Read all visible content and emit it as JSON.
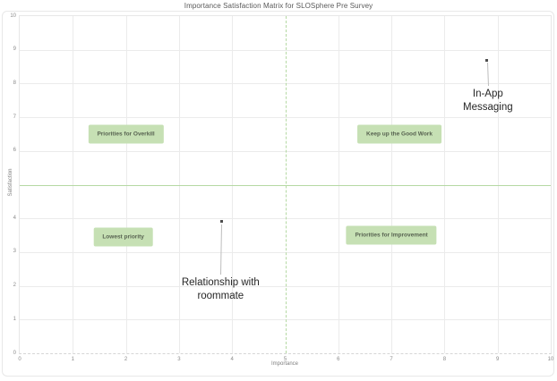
{
  "title": "Importance Satisfaction Matrix for SLOSphere Pre Survey",
  "colors": {
    "quadrant_fill": "#c6e0b4",
    "quadrant_text": "#586351",
    "crosshair_green": "#b5d9a3",
    "gridline": "#ebebeb",
    "axis_text": "#8a8a8a",
    "title_text": "#595959",
    "point": "#4d4d4d",
    "annotation_text": "#262626",
    "leader_line": "#bdbdbd"
  },
  "chart_data": {
    "type": "scatter",
    "title": "Importance Satisfaction Matrix for SLOSphere Pre Survey",
    "xlabel": "Importance",
    "ylabel": "Satisfaction",
    "xlim": [
      0,
      10
    ],
    "ylim": [
      0,
      10
    ],
    "grid": true,
    "legend": false,
    "x_ticks": [
      0,
      1,
      2,
      3,
      4,
      5,
      6,
      7,
      8,
      9,
      10
    ],
    "y_ticks": [
      10,
      9,
      8,
      7,
      6,
      4,
      3,
      2,
      1,
      0
    ],
    "crosshair": {
      "x": 5,
      "y": 5
    },
    "points": [
      {
        "label": "In-App Messaging",
        "x": 8.8,
        "y": 8.7,
        "label_offset": {
          "dx": 1,
          "dy": 31
        }
      },
      {
        "label": "Relationship with roommate",
        "x": 3.8,
        "y": 3.9,
        "label_offset": {
          "dx": -1,
          "dy": 61
        }
      }
    ],
    "quadrant_labels": [
      {
        "text": "Priorities for Overkill",
        "x": 2.0,
        "y": 6.5
      },
      {
        "text": "Keep up the Good Work",
        "x": 7.15,
        "y": 6.5
      },
      {
        "text": "Lowest priority",
        "x": 1.95,
        "y": 3.45
      },
      {
        "text": "Priorities for Improvement",
        "x": 7.0,
        "y": 3.5
      }
    ]
  }
}
